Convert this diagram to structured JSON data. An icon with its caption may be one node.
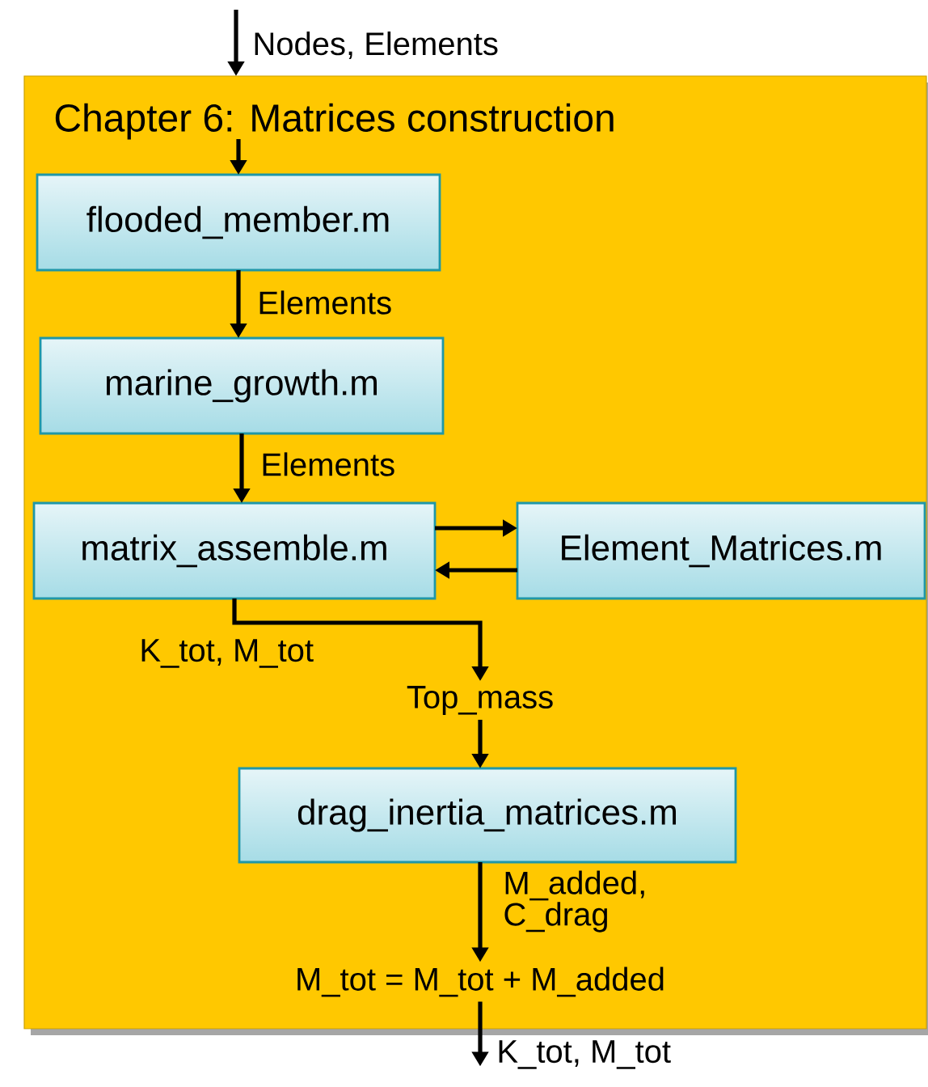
{
  "diagram": {
    "nodes": [
      {
        "text": [
          "Chapter 6: Matrices construction"
        ]
      },
      {
        "text": [
          "flooded_member.m"
        ],
        "in": 0
      },
      {
        "text": [
          "marine_growth.m"
        ],
        "in": 0
      },
      {
        "text": [
          "matrix_assemble.m"
        ],
        "in": 0
      },
      {
        "text": [
          "Element_Matrices.m"
        ],
        "in": 0
      },
      {
        "text": [
          "Top_mass"
        ],
        "in": 0
      },
      {
        "text": [
          "drag_inertia_matrices.m"
        ],
        "in": 0
      },
      {
        "text": [
          "M_tot = M_tot + M_added"
        ],
        "in": 0
      }
    ],
    "edges": [
      {
        "from": null,
        "to": 0,
        "arrow": "to",
        "label": "Nodes, Elements"
      },
      {
        "from": null,
        "to": 1,
        "arrow": "to"
      },
      {
        "from": 1,
        "to": 2,
        "arrow": "to",
        "label": "Elements"
      },
      {
        "from": 2,
        "to": 3,
        "arrow": "to",
        "label": "Elements"
      },
      {
        "from": 3,
        "to": 4,
        "arrow": "to"
      },
      {
        "from": 4,
        "to": 3,
        "arrow": "to"
      },
      {
        "from": 3,
        "to": 5,
        "arrow": "to",
        "label": "K_tot, M_tot"
      },
      {
        "from": 5,
        "to": 6,
        "arrow": "to"
      },
      {
        "from": 6,
        "to": 7,
        "arrow": "to",
        "label": "M_added, C_drag"
      },
      {
        "from": 7,
        "to": null,
        "arrow": "to",
        "label": "K_tot, M_tot"
      }
    ]
  }
}
